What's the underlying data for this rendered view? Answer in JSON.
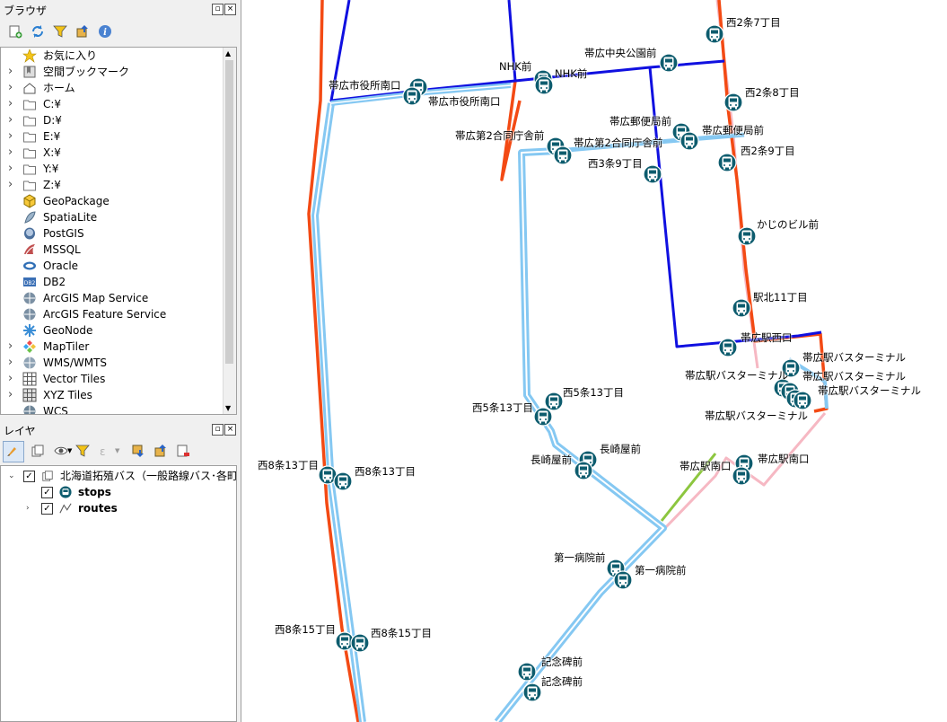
{
  "browser_panel": {
    "title": "ブラウザ",
    "items": [
      {
        "label": "お気に入り",
        "icon": "star-icon",
        "expandable": false
      },
      {
        "label": "空間ブックマーク",
        "icon": "bookmark-icon",
        "expandable": true
      },
      {
        "label": "ホーム",
        "icon": "home-folder-icon",
        "expandable": true
      },
      {
        "label": "C:¥",
        "icon": "folder-icon",
        "expandable": true
      },
      {
        "label": "D:¥",
        "icon": "folder-icon",
        "expandable": true
      },
      {
        "label": "E:¥",
        "icon": "folder-icon",
        "expandable": true
      },
      {
        "label": "X:¥",
        "icon": "folder-icon",
        "expandable": true
      },
      {
        "label": "Y:¥",
        "icon": "folder-icon",
        "expandable": true
      },
      {
        "label": "Z:¥",
        "icon": "folder-icon",
        "expandable": true
      },
      {
        "label": "GeoPackage",
        "icon": "geopackage-icon",
        "expandable": false
      },
      {
        "label": "SpatiaLite",
        "icon": "spatialite-icon",
        "expandable": false
      },
      {
        "label": "PostGIS",
        "icon": "postgis-icon",
        "expandable": false
      },
      {
        "label": "MSSQL",
        "icon": "mssql-icon",
        "expandable": false
      },
      {
        "label": "Oracle",
        "icon": "oracle-icon",
        "expandable": false
      },
      {
        "label": "DB2",
        "icon": "db2-icon",
        "expandable": false
      },
      {
        "label": "ArcGIS Map Service",
        "icon": "arcgis-icon",
        "expandable": false
      },
      {
        "label": "ArcGIS Feature Service",
        "icon": "arcgis-icon",
        "expandable": false
      },
      {
        "label": "GeoNode",
        "icon": "geonode-icon",
        "expandable": false
      },
      {
        "label": "MapTiler",
        "icon": "maptiler-icon",
        "expandable": true
      },
      {
        "label": "WMS/WMTS",
        "icon": "wms-icon",
        "expandable": true
      },
      {
        "label": "Vector Tiles",
        "icon": "vector-tiles-icon",
        "expandable": true
      },
      {
        "label": "XYZ Tiles",
        "icon": "xyz-tiles-icon",
        "expandable": true
      },
      {
        "label": "WCS",
        "icon": "wcs-icon",
        "expandable": false
      }
    ]
  },
  "layers_panel": {
    "title": "レイヤ",
    "group": {
      "label": "北海道拓殖バス（一般路線バス･各町コ",
      "checked": true
    },
    "layers": [
      {
        "label": "stops",
        "checked": true,
        "icon": "bus-stop-icon"
      },
      {
        "label": "routes",
        "checked": true,
        "icon": "line-layer-icon"
      }
    ]
  },
  "map": {
    "colors": {
      "orange": "#f34a14",
      "blue": "#1010e0",
      "lightblue": "#85c8f2",
      "pink": "#f6b8c3",
      "green": "#8cc63f",
      "stop": "#0d5c6e"
    },
    "stop_labels": [
      "西2条7丁目",
      "帯広中央公園前",
      "NHK前",
      "NHK前",
      "帯広市役所南口",
      "帯広市役所南口",
      "西2条8丁目",
      "帯広郵便局前",
      "帯広郵便局前",
      "帯広第2合同庁舎前",
      "帯広第2合同庁舎前",
      "西2条9丁目",
      "西3条9丁目",
      "かじのビル前",
      "駅北11丁目",
      "帯広駅西口",
      "帯広駅バスターミナル",
      "帯広駅バスターミナル",
      "帯広駅バスターミナル",
      "帯広駅バスターミナル",
      "帯広駅バスターミナル",
      "西5条13丁目",
      "西5条13丁目",
      "長崎屋前",
      "長崎屋前",
      "帯広駅南口",
      "帯広駅南口",
      "西8条13丁目",
      "西8条13丁目",
      "第一病院前",
      "第一病院前",
      "西8条15丁目",
      "西8条15丁目",
      "記念碑前",
      "記念碑前"
    ]
  }
}
